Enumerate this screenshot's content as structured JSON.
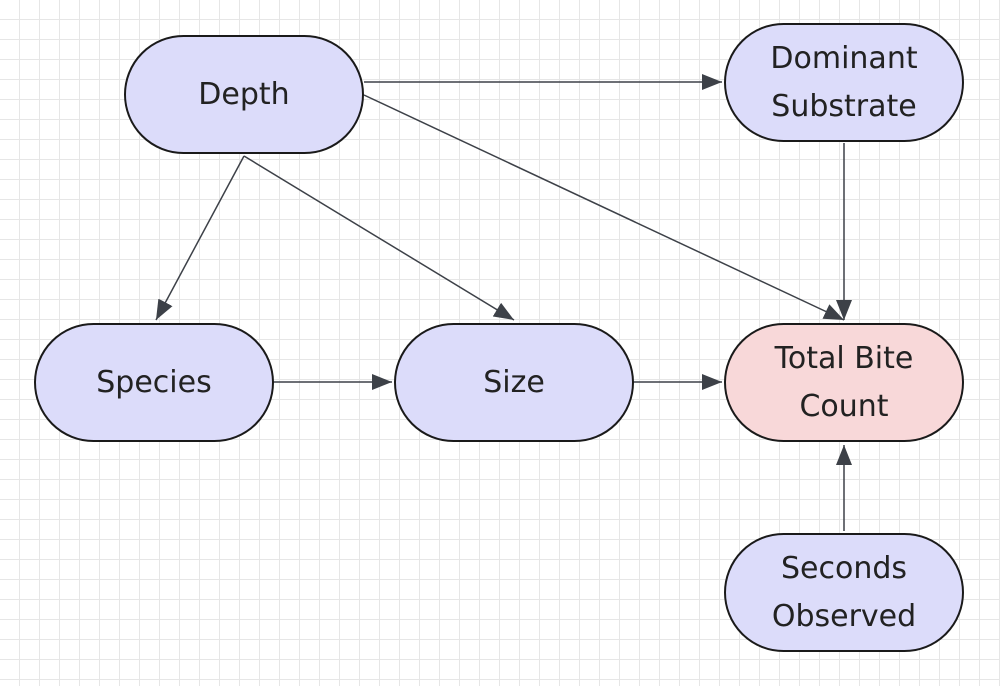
{
  "diagram": {
    "nodes": [
      {
        "id": "depth",
        "label": "Depth",
        "fill": "#dcdcfa"
      },
      {
        "id": "substrate",
        "label": "Dominant\nSubstrate",
        "fill": "#dcdcfa"
      },
      {
        "id": "species",
        "label": "Species",
        "fill": "#dcdcfa"
      },
      {
        "id": "size",
        "label": "Size",
        "fill": "#dcdcfa"
      },
      {
        "id": "bite",
        "label": "Total Bite\nCount",
        "fill": "#f8d8d9"
      },
      {
        "id": "seconds",
        "label": "Seconds\nObserved",
        "fill": "#dcdcfa"
      }
    ],
    "edges": [
      {
        "from": "depth",
        "to": "substrate"
      },
      {
        "from": "depth",
        "to": "species"
      },
      {
        "from": "depth",
        "to": "size"
      },
      {
        "from": "depth",
        "to": "bite"
      },
      {
        "from": "substrate",
        "to": "bite"
      },
      {
        "from": "species",
        "to": "size"
      },
      {
        "from": "size",
        "to": "bite"
      },
      {
        "from": "seconds",
        "to": "bite"
      }
    ],
    "colors": {
      "node_fill": "#dcdcfa",
      "outcome_fill": "#f8d8d9",
      "stroke": "#1a1a1a",
      "edge": "#3d4148",
      "grid": "#e6e6e6"
    }
  }
}
